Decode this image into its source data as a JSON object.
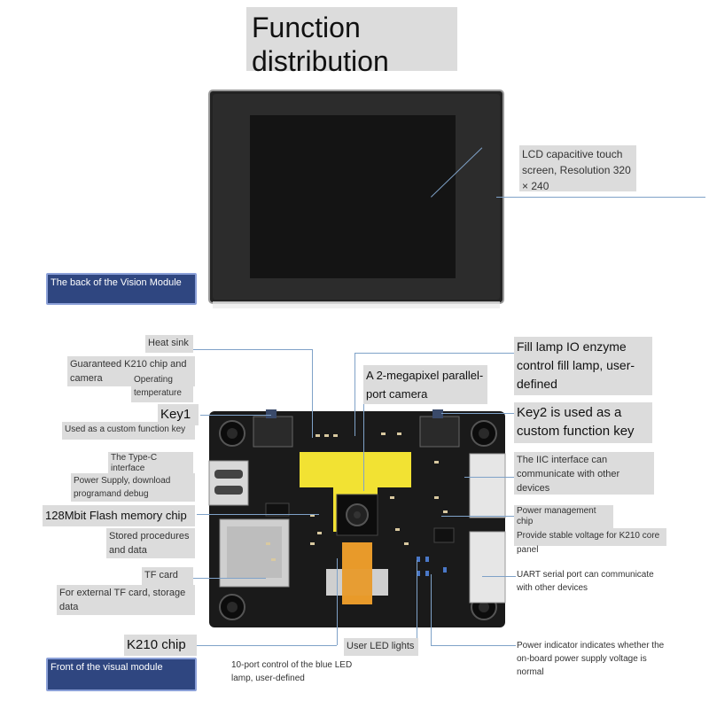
{
  "title": "Function distribution",
  "labels": {
    "lcd": "LCD capacitive touch screen, Resolution 320 × 240",
    "back": "The back of the Vision Module",
    "heat_sink": "Heat sink",
    "guaranteed": "Guaranteed K210 chip and camera",
    "operating_temp": "Operating temperature",
    "key1": "Key1",
    "key1_desc": "Used as a custom function key",
    "typec": "The Type-C interface",
    "power_supply": "Power Supply, download programand debug",
    "flash": "128Mbit Flash memory chip",
    "stored": "Stored procedures and data",
    "tf_slot": "TF card slot",
    "tf_desc": "For external TF card, storage data",
    "k210": "K210 chip",
    "front": "Front of the visual module",
    "ten_port": "10-port control of the blue LED lamp, user-defined",
    "user_led": "User LED lights",
    "fill_lamp": "Fill lamp IO enzyme control fill lamp, user-defined",
    "camera": "A 2-megapixel parallel-port camera",
    "key2": "Key2 is used as a custom function key",
    "iic": "The IIC interface can communicate with other devices",
    "power_mgmt": "Power management chip",
    "stable_voltage": "Provide stable voltage for K210 core panel",
    "uart": "UART serial port can communicate with other devices",
    "power_indicator": "Power indicator indicates whether the on-board power supply voltage is normal"
  },
  "colors": {
    "label_bg": "#dcdcdc",
    "blue_box": "#2f4680",
    "leader": "#7fa2c8",
    "board": "#1a1a1a",
    "heatsink": "#f2e233",
    "ribbon": "#e89a2a"
  }
}
